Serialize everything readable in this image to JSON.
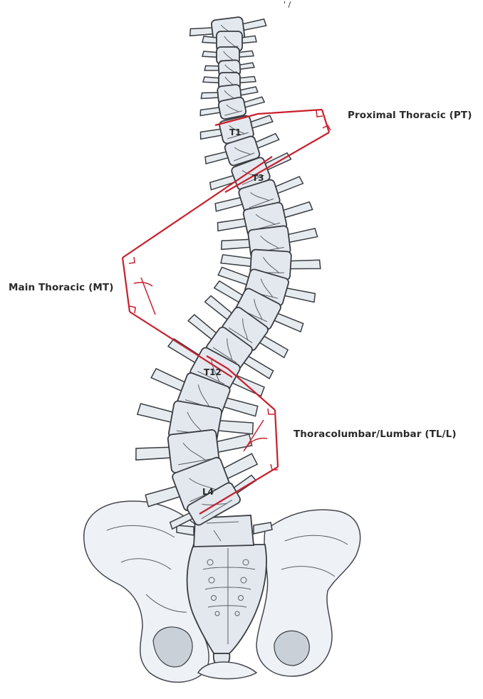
{
  "diagram": {
    "top_fragment": "' /",
    "curve_labels": {
      "proximal": "Proximal Thoracic (PT)",
      "main": "Main Thoracic (MT)",
      "lumbar": "Thoracolumbar/Lumbar (TL/L)"
    },
    "vertebra_labels": {
      "t1": "T1",
      "t3": "T3",
      "t12": "T12",
      "l4": "L4"
    },
    "colors": {
      "cobb_lines": "#c8202c",
      "bone_fill": "#e3e8ee",
      "bone_outline": "#3a3d42",
      "label_text": "#2a2a2a"
    }
  }
}
